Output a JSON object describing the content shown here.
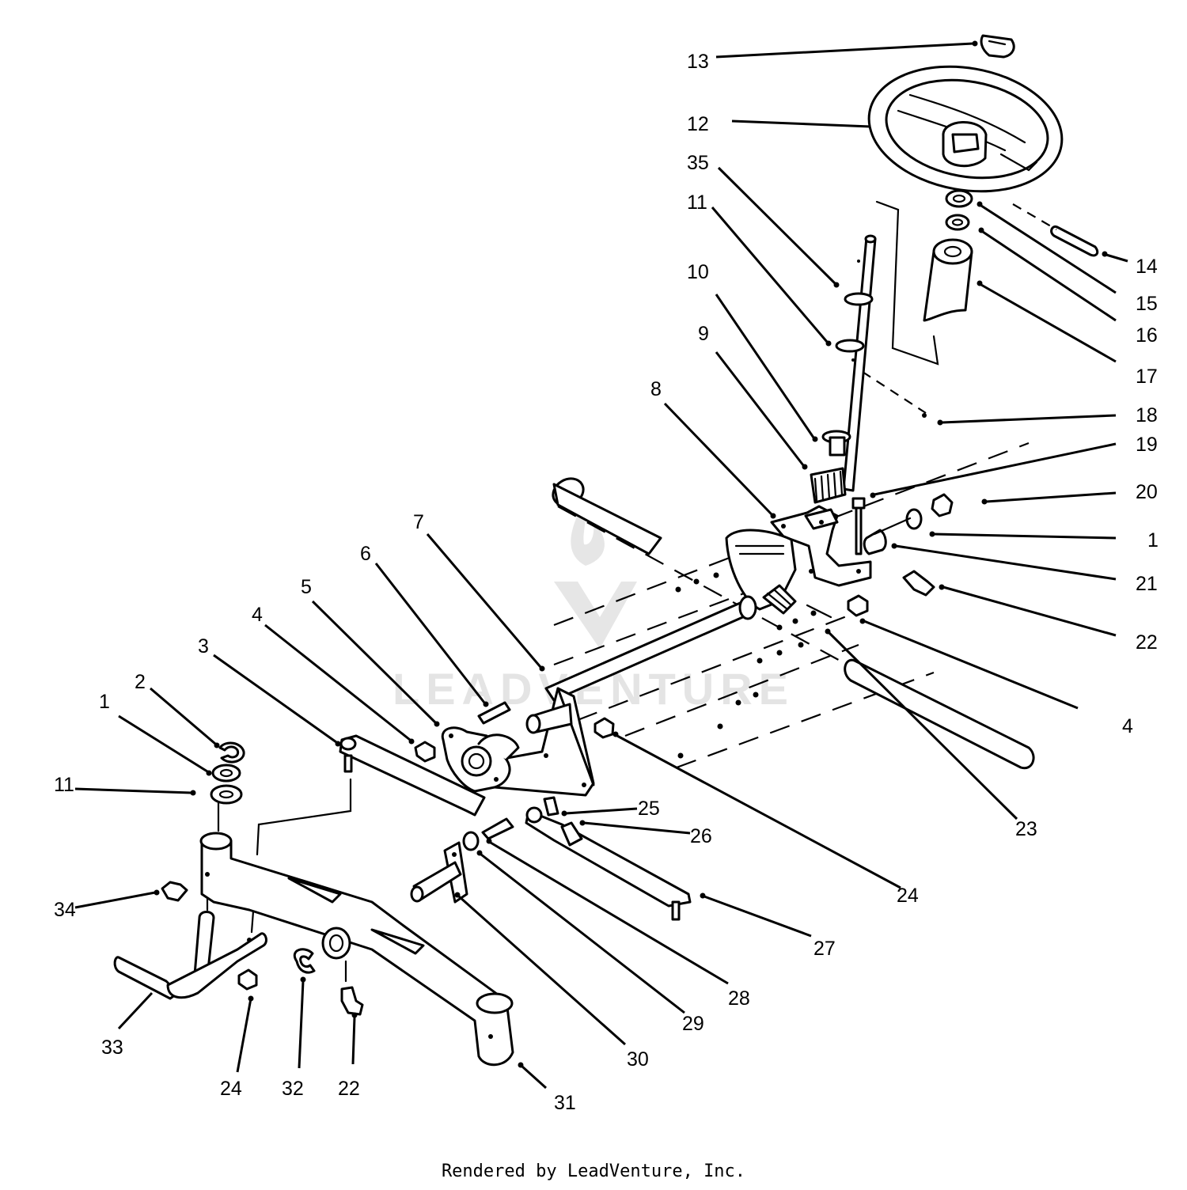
{
  "watermark": "LEADVENTURE",
  "footer": "Rendered by LeadVenture, Inc.",
  "callouts": [
    {
      "id": "c13",
      "label": "13"
    },
    {
      "id": "c12",
      "label": "12"
    },
    {
      "id": "c35",
      "label": "35"
    },
    {
      "id": "c11a",
      "label": "11"
    },
    {
      "id": "c10",
      "label": "10"
    },
    {
      "id": "c9",
      "label": "9"
    },
    {
      "id": "c8",
      "label": "8"
    },
    {
      "id": "c7",
      "label": "7"
    },
    {
      "id": "c6",
      "label": "6"
    },
    {
      "id": "c5",
      "label": "5"
    },
    {
      "id": "c4a",
      "label": "4"
    },
    {
      "id": "c3",
      "label": "3"
    },
    {
      "id": "c2",
      "label": "2"
    },
    {
      "id": "c1a",
      "label": "1"
    },
    {
      "id": "c11b",
      "label": "11"
    },
    {
      "id": "c34",
      "label": "34"
    },
    {
      "id": "c33",
      "label": "33"
    },
    {
      "id": "c24a",
      "label": "24"
    },
    {
      "id": "c32",
      "label": "32"
    },
    {
      "id": "c22a",
      "label": "22"
    },
    {
      "id": "c31",
      "label": "31"
    },
    {
      "id": "c30",
      "label": "30"
    },
    {
      "id": "c29",
      "label": "29"
    },
    {
      "id": "c28",
      "label": "28"
    },
    {
      "id": "c27",
      "label": "27"
    },
    {
      "id": "c26",
      "label": "26"
    },
    {
      "id": "c25",
      "label": "25"
    },
    {
      "id": "c24b",
      "label": "24"
    },
    {
      "id": "c23",
      "label": "23"
    },
    {
      "id": "c4b",
      "label": "4"
    },
    {
      "id": "c22b",
      "label": "22"
    },
    {
      "id": "c21",
      "label": "21"
    },
    {
      "id": "c1b",
      "label": "1"
    },
    {
      "id": "c20",
      "label": "20"
    },
    {
      "id": "c19",
      "label": "19"
    },
    {
      "id": "c18",
      "label": "18"
    },
    {
      "id": "c17",
      "label": "17"
    },
    {
      "id": "c16",
      "label": "16"
    },
    {
      "id": "c15",
      "label": "15"
    },
    {
      "id": "c14",
      "label": "14"
    }
  ]
}
